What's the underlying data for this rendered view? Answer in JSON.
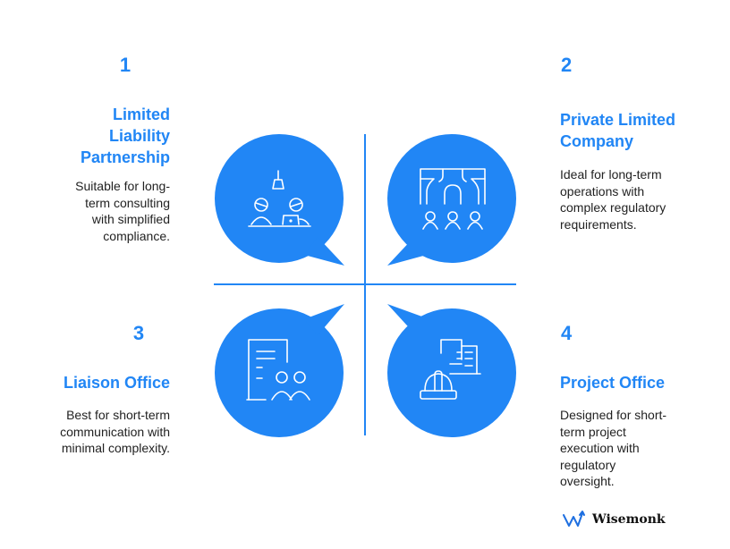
{
  "colors": {
    "accent": "#2186f5",
    "text": "#222222",
    "background": "#ffffff",
    "icon_stroke": "#ffffff"
  },
  "items": [
    {
      "number": "1",
      "title_lines": [
        "Limited",
        "Liability",
        "Partnership"
      ],
      "description_lines": [
        "Suitable for long-",
        "term consulting",
        "with simplified",
        "compliance."
      ],
      "icon": "meeting-with-laptop-icon"
    },
    {
      "number": "2",
      "title_lines": [
        "Private Limited",
        "Company"
      ],
      "description_lines": [
        "Ideal for long-term",
        "operations with",
        "complex regulatory",
        "requirements."
      ],
      "icon": "organization-structure-icon"
    },
    {
      "number": "3",
      "title_lines": [
        "Liaison Office"
      ],
      "description_lines": [
        "Best for short-term",
        "communication with",
        "minimal complexity."
      ],
      "icon": "document-people-icon"
    },
    {
      "number": "4",
      "title_lines": [
        "Project Office"
      ],
      "description_lines": [
        "Designed for short-",
        "term project",
        "execution with",
        "regulatory",
        "oversight."
      ],
      "icon": "hardhat-building-icon"
    }
  ],
  "brand": {
    "name": "Wisemonk",
    "icon": "wisemonk-logo-icon"
  }
}
